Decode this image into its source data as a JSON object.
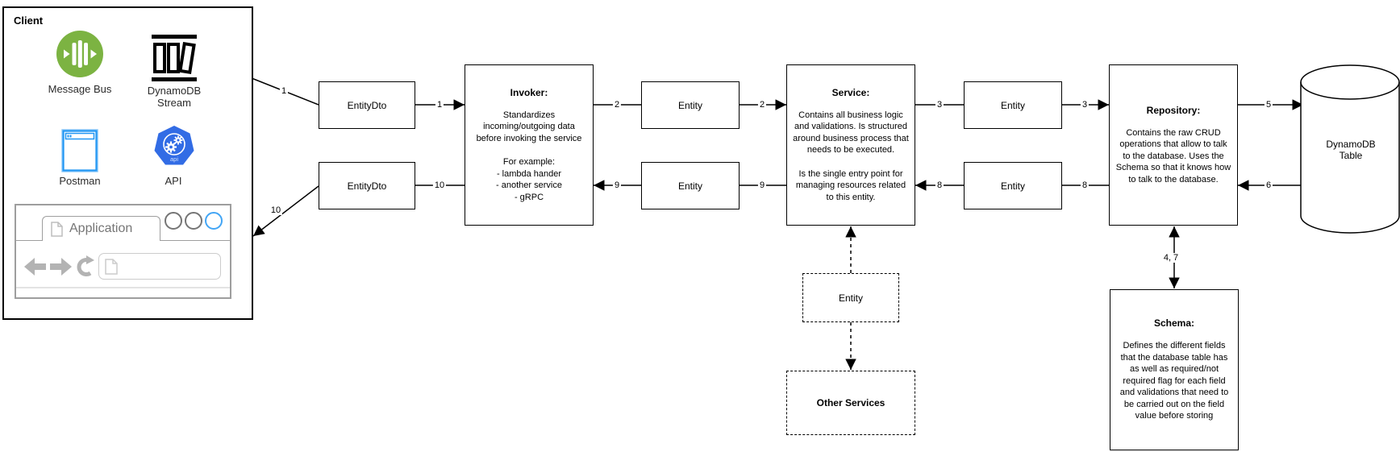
{
  "client": {
    "title": "Client",
    "items": [
      {
        "label": "Message Bus"
      },
      {
        "label": "DynamoDB\nStream"
      },
      {
        "label": "Postman"
      },
      {
        "label": "API"
      }
    ],
    "browser": {
      "tab": "Application"
    }
  },
  "nodes": {
    "entitydto_in": "EntityDto",
    "entitydto_out": "EntityDto",
    "entity_2": "Entity",
    "entity_9": "Entity",
    "entity_3": "Entity",
    "entity_8": "Entity",
    "entity_dashed": "Entity",
    "other_services": "Other Services",
    "dynamodb_table": "DynamoDB\nTable",
    "invoker": {
      "title": "Invoker:",
      "body": "Standardizes\nincoming/outgoing data\nbefore invoking the service\n\nFor example:\n- lambda hander\n- another service\n- gRPC"
    },
    "service": {
      "title": "Service:",
      "body": "Contains all business logic\nand validations. Is structured\naround business process that\nneeds to be executed.\n\nIs the single entry point for\nmanaging resources related\nto this entity."
    },
    "repository": {
      "title": "Repository:",
      "body": "Contains the raw CRUD\noperations that allow to talk\nto the database. Uses the\nSchema so that it knows how\nto talk to the database."
    },
    "schema": {
      "title": "Schema:",
      "body": "Defines the different fields\nthat the database table has\nas well as required/not\nrequired flag for each field\nand validations that need to\nbe carried out on the field\nvalue before storing"
    }
  },
  "edges": {
    "client_to_dto": "1",
    "dto_to_invoker": "1",
    "invoker_to_entity": "2",
    "entity_to_service": "2",
    "service_to_entity": "3",
    "entity_to_repository": "3",
    "repository_to_db": "5",
    "db_to_repository": "6",
    "repository_to_entity_back": "8",
    "entity_to_service_back": "8",
    "service_to_entity_back": "9",
    "entity_to_invoker_back": "9",
    "invoker_to_dto_back": "10",
    "dto_to_client_back": "10",
    "repository_schema": "4, 7"
  },
  "colors": {
    "message_bus_green": "#7CB342",
    "postman_blue": "#2196F3",
    "api_blue": "#326CE5",
    "tab_circle_blue": "#42A5F5",
    "stroke_black": "#000000"
  }
}
